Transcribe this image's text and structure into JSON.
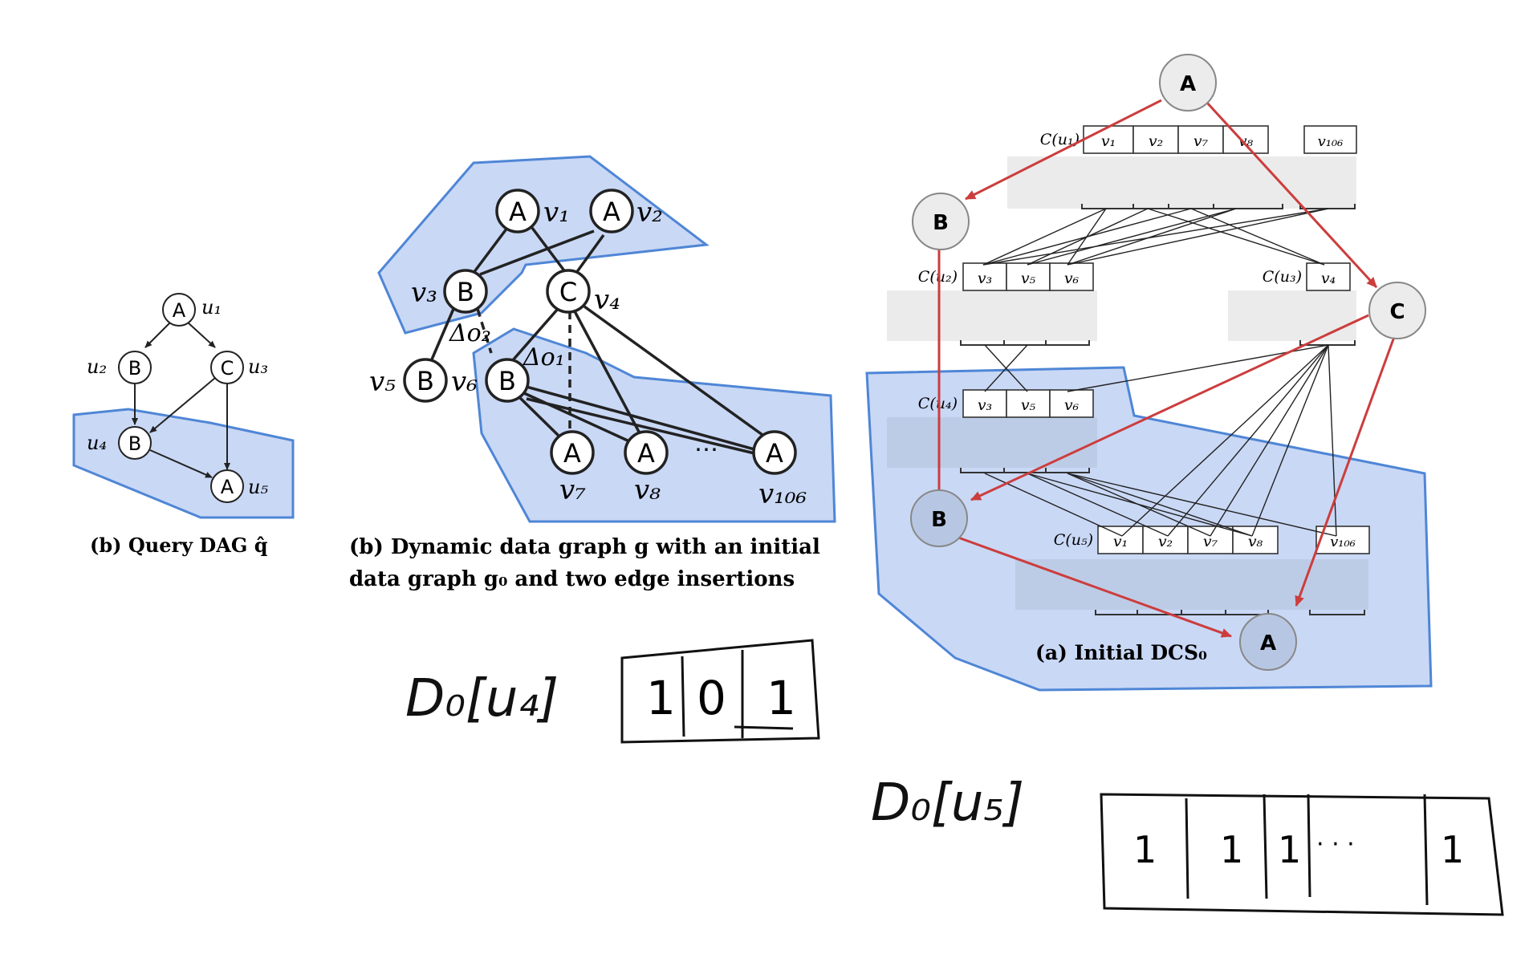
{
  "query_dag": {
    "caption": "(b) Query DAG q̂",
    "nodes": [
      {
        "id": "u1",
        "letter": "A",
        "label": "u₁"
      },
      {
        "id": "u2",
        "letter": "B",
        "label": "u₂"
      },
      {
        "id": "u3",
        "letter": "C",
        "label": "u₃"
      },
      {
        "id": "u4",
        "letter": "B",
        "label": "u₄"
      },
      {
        "id": "u5",
        "letter": "A",
        "label": "u₅"
      }
    ]
  },
  "data_graph": {
    "caption_line1": "(b) Dynamic data graph g with an initial",
    "caption_line2": "data graph g₀ and two edge insertions",
    "nodes": [
      {
        "id": "v1",
        "letter": "A",
        "label": "v₁"
      },
      {
        "id": "v2",
        "letter": "A",
        "label": "v₂"
      },
      {
        "id": "v3",
        "letter": "B",
        "label": "v₃"
      },
      {
        "id": "v4",
        "letter": "C",
        "label": "v₄"
      },
      {
        "id": "v5",
        "letter": "B",
        "label": "v₅"
      },
      {
        "id": "v6",
        "letter": "B",
        "label": "v₆"
      },
      {
        "id": "v7",
        "letter": "A",
        "label": "v₇"
      },
      {
        "id": "v8",
        "letter": "A",
        "label": "v₈"
      },
      {
        "id": "v106",
        "letter": "A",
        "label": "v₁₀₆"
      }
    ],
    "delta_o2": "Δo₂",
    "delta_o1": "Δo₁",
    "ellipsis": "⋯"
  },
  "dcs": {
    "caption": "(a) Initial DCS₀",
    "nodes": [
      {
        "id": "top-A",
        "letter": "A"
      },
      {
        "id": "upper-B",
        "letter": "B"
      },
      {
        "id": "C",
        "letter": "C"
      },
      {
        "id": "lower-B",
        "letter": "B"
      },
      {
        "id": "bottom-A",
        "letter": "A"
      }
    ],
    "candidates": {
      "cu1": {
        "label": "C(u₁)",
        "cells": [
          "v₁",
          "v₂",
          "v₇",
          "v₈"
        ],
        "last": "v₁₀₆"
      },
      "cu2": {
        "label": "C(u₂)",
        "cells": [
          "v₃",
          "v₅",
          "v₆"
        ]
      },
      "cu3": {
        "label": "C(u₃)",
        "cells": [
          "v₄"
        ]
      },
      "cu4": {
        "label": "C(u₄)",
        "cells": [
          "v₃",
          "v₅",
          "v₆"
        ]
      },
      "cu5": {
        "label": "C(u₅)",
        "cells": [
          "v₁",
          "v₂",
          "v₇",
          "v₈"
        ],
        "last": "v₁₀₆"
      }
    }
  },
  "handwriting": {
    "d0_u4": {
      "label": "D₀[u₄]",
      "cells": [
        "1",
        "0",
        "1"
      ]
    },
    "d0_u5": {
      "label": "D₀[u₅]",
      "cells": [
        "1",
        "1",
        "1",
        "· · ·",
        "1"
      ]
    }
  },
  "colors": {
    "highlight_fill": "#c9d8f5",
    "highlight_stroke": "#4f86d6",
    "arrow_red": "#cc3d3d",
    "gray_band": "#ebebeb"
  }
}
